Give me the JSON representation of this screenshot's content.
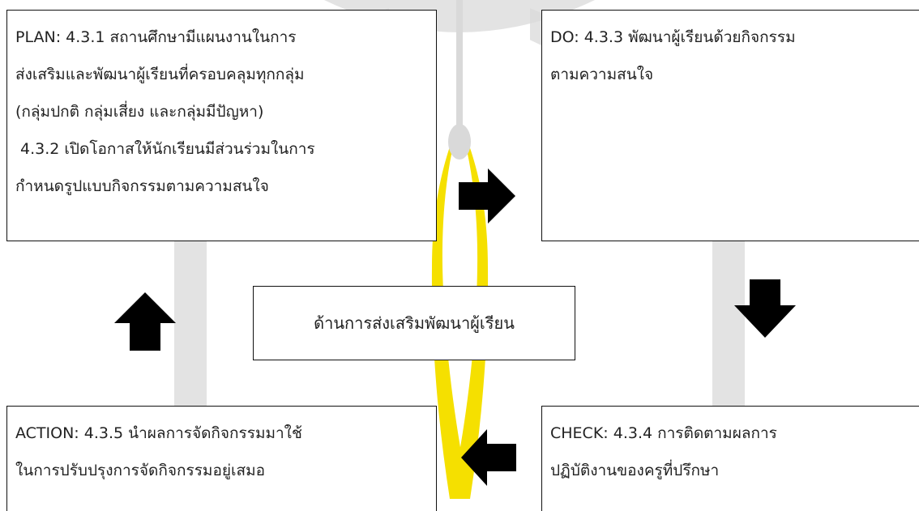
{
  "boxes": {
    "plan": {
      "lines": [
        "PLAN: 4.3.1 สถานศึกษามีแผนงานในการ",
        "ส่งเสริมและพัฒนาผู้เรียนที่ครอบคลุมทุกกลุ่ม",
        "(กลุ่มปกติ กลุ่มเสี่ยง และกลุ่มมีปัญหา)",
        " 4.3.2 เปิดโอกาสให้นักเรียนมีส่วนร่วมในการ",
        "กำหนดรูปแบบกิจกรรมตามความสนใจ"
      ]
    },
    "do": {
      "lines": [
        "DO: 4.3.3 พัฒนาผู้เรียนด้วยกิจกรรม",
        "ตามความสนใจ"
      ]
    },
    "center": {
      "label": "ด้านการส่งเสริมพัฒนาผู้เรียน"
    },
    "action": {
      "lines": [
        "ACTION: 4.3.5 นำผลการจัดกิจกรรมมาใช้",
        "ในการปรับปรุงการจัดกิจกรรมอยู่เสมอ"
      ]
    },
    "check": {
      "lines": [
        "CHECK: 4.3.4 การติดตามผลการ",
        "ปฏิบัติงานของครูที่ปรึกษา"
      ]
    }
  },
  "arrows": [
    "right",
    "down",
    "left",
    "up"
  ],
  "colors": {
    "watermark_gray": "#d4d4d4",
    "watermark_yellow": "#f5e000",
    "arrow": "#000000",
    "border": "#111111"
  }
}
